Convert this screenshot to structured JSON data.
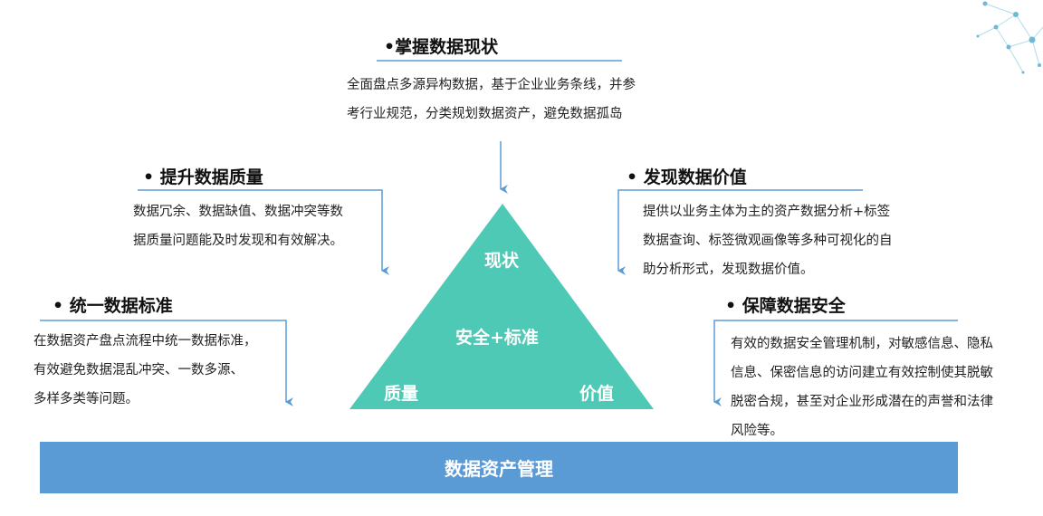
{
  "colors": {
    "accent_blue": "#5b9bd5",
    "triangle_teal": "#4ec9b5",
    "bar_blue": "#5b9bd5"
  },
  "sections": {
    "status": {
      "title": "•掌握数据现状",
      "lines": [
        "全面盘点多源异构数据，基于企业业务条线，并参",
        "考行业规范，分类规划数据资产，避免数据孤岛"
      ]
    },
    "quality": {
      "title": "• 提升数据质量",
      "lines": [
        "数据冗余、数据缺值、数据冲突等数",
        "据质量问题能及时发现和有效解决。"
      ]
    },
    "value": {
      "title": "• 发现数据价值",
      "lines": [
        "提供以业务主体为主的资产数据分析+标签",
        "数据查询、标签微观画像等多种可视化的自",
        "助分析形式，发现数据价值。"
      ]
    },
    "standard": {
      "title": "• 统一数据标准",
      "lines": [
        "在数据资产盘点流程中统一数据标准，",
        "有效避免数据混乱冲突、一数多源、",
        "多样多类等问题。"
      ]
    },
    "security": {
      "title": "• 保障数据安全",
      "lines": [
        "有效的数据安全管理机制，对敏感信息、隐私",
        "信息、保密信息的访问建立有效控制使其脱敏",
        "脱密合规，甚至对企业形成潜在的声誉和法律",
        "风险等。"
      ]
    }
  },
  "triangle": {
    "top_label": "现状",
    "center_label": "安全+标准",
    "left_label": "质量",
    "right_label": "价值"
  },
  "bottom_bar": {
    "label": "数据资产管理"
  }
}
